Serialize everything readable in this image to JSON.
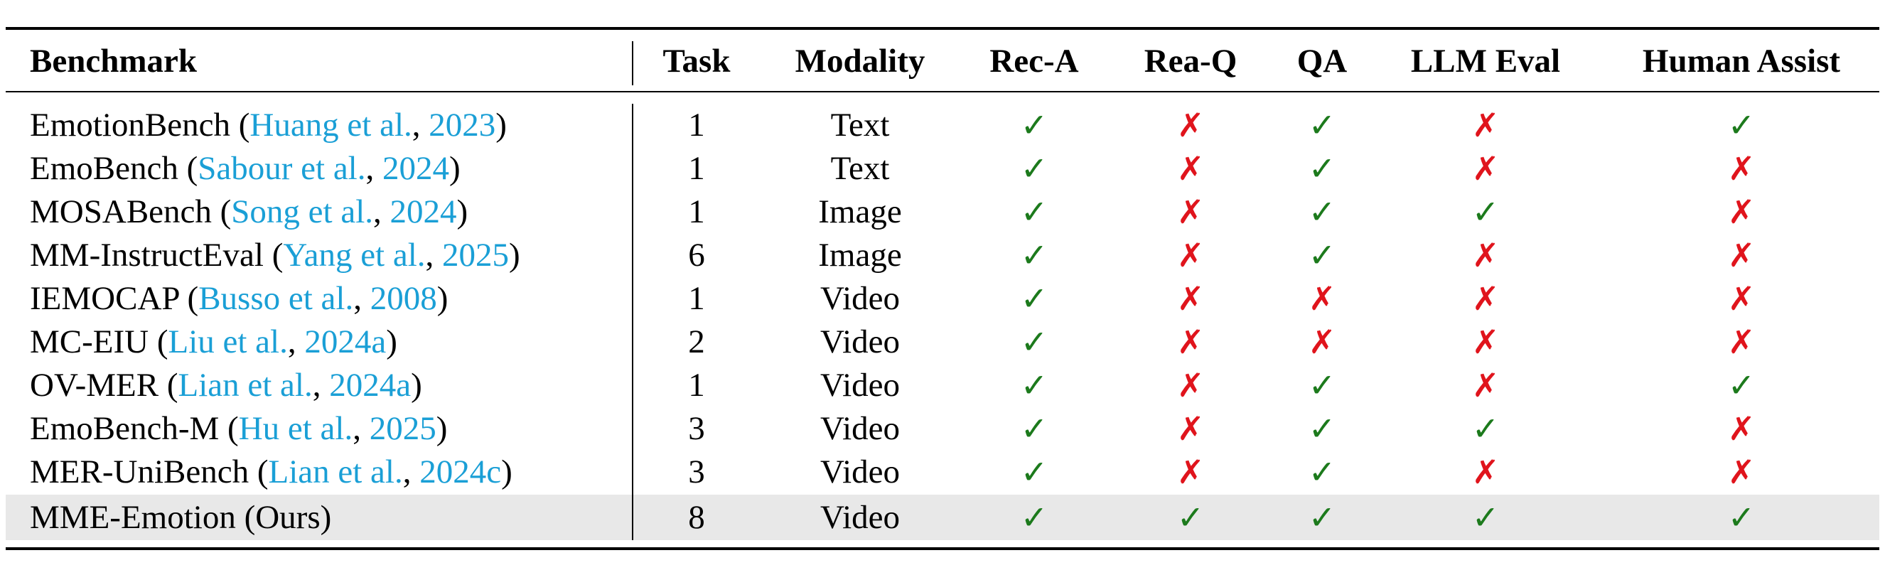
{
  "header": {
    "benchmark": "Benchmark",
    "task": "Task",
    "modality": "Modality",
    "rec_a": "Rec-A",
    "rea_q": "Rea-Q",
    "qa": "QA",
    "llm_eval": "LLM Eval",
    "human_assist": "Human Assist"
  },
  "symbols": {
    "yes": "✓",
    "no": "✗"
  },
  "colors": {
    "check": "#1c7a1c",
    "cross": "#e0141c",
    "citation": "#1a9fd6",
    "highlight_row": "#e8e8e8"
  },
  "rows": [
    {
      "name": "EmotionBench",
      "cite_author": "Huang et al.",
      "cite_year": "2023",
      "task": "1",
      "modality": "Text",
      "rec_a": true,
      "rea_q": false,
      "qa": true,
      "llm_eval": false,
      "human_assist": true
    },
    {
      "name": "EmoBench",
      "cite_author": "Sabour et al.",
      "cite_year": "2024",
      "task": "1",
      "modality": "Text",
      "rec_a": true,
      "rea_q": false,
      "qa": true,
      "llm_eval": false,
      "human_assist": false
    },
    {
      "name": "MOSABench",
      "cite_author": "Song et al.",
      "cite_year": "2024",
      "task": "1",
      "modality": "Image",
      "rec_a": true,
      "rea_q": false,
      "qa": true,
      "llm_eval": true,
      "human_assist": false
    },
    {
      "name": "MM-InstructEval",
      "cite_author": "Yang et al.",
      "cite_year": "2025",
      "task": "6",
      "modality": "Image",
      "rec_a": true,
      "rea_q": false,
      "qa": true,
      "llm_eval": false,
      "human_assist": false
    },
    {
      "name": "IEMOCAP",
      "cite_author": "Busso et al.",
      "cite_year": "2008",
      "task": "1",
      "modality": "Video",
      "rec_a": true,
      "rea_q": false,
      "qa": false,
      "llm_eval": false,
      "human_assist": false
    },
    {
      "name": "MC-EIU",
      "cite_author": "Liu et al.",
      "cite_year": "2024a",
      "task": "2",
      "modality": "Video",
      "rec_a": true,
      "rea_q": false,
      "qa": false,
      "llm_eval": false,
      "human_assist": false
    },
    {
      "name": "OV-MER",
      "cite_author": "Lian et al.",
      "cite_year": "2024a",
      "task": "1",
      "modality": "Video",
      "rec_a": true,
      "rea_q": false,
      "qa": true,
      "llm_eval": false,
      "human_assist": true
    },
    {
      "name": "EmoBench-M",
      "cite_author": "Hu et al.",
      "cite_year": "2025",
      "task": "3",
      "modality": "Video",
      "rec_a": true,
      "rea_q": false,
      "qa": true,
      "llm_eval": true,
      "human_assist": false
    },
    {
      "name": "MER-UniBench",
      "cite_author": "Lian et al.",
      "cite_year": "2024c",
      "task": "3",
      "modality": "Video",
      "rec_a": true,
      "rea_q": false,
      "qa": true,
      "llm_eval": false,
      "human_assist": false
    },
    {
      "name": "MME-Emotion (Ours)",
      "cite_author": "",
      "cite_year": "",
      "task": "8",
      "modality": "Video",
      "rec_a": true,
      "rea_q": true,
      "qa": true,
      "llm_eval": true,
      "human_assist": true,
      "highlight": true
    }
  ]
}
